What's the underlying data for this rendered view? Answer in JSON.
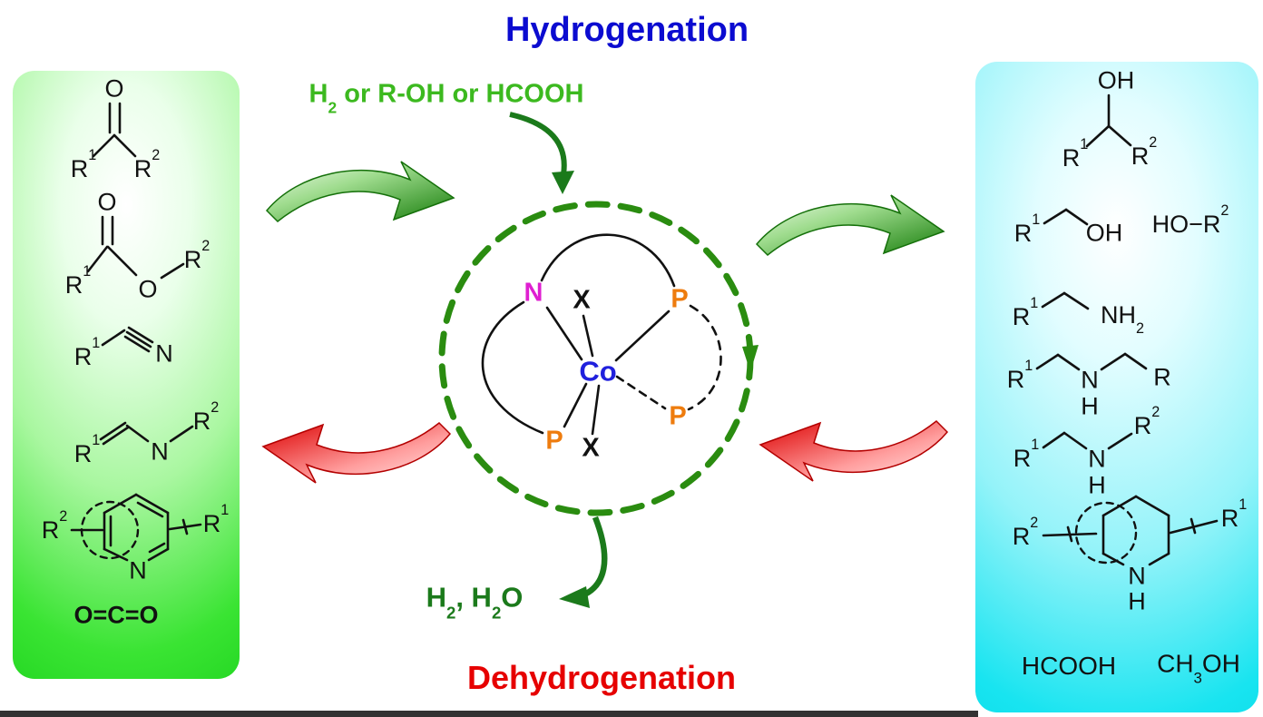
{
  "palette": {
    "title_blue": "#0b0bd0",
    "conditions_green": "#3cb91f",
    "dark_green": "#1b7a1b",
    "dashed_circle_green": "#2a8c10",
    "dehydrogenation_red": "#e60000",
    "panel_green": "#2ce42c",
    "panel_cyan": "#0ce6f2",
    "nitrogen_magenta": "#df1fd1",
    "phosphorus_orange": "#ee7c0e",
    "cobalt_blue": "#2020dd"
  },
  "header": {
    "title": "Hydrogenation"
  },
  "footer": {
    "title": "Dehydrogenation"
  },
  "reaction": {
    "conditions": "H_2 or R-OH or HCOOH",
    "byproducts": "H_2, H_2O"
  },
  "catalyst": {
    "metal": "Co",
    "n_donor": "N",
    "p_donor_top": "P",
    "p_donor_right": "P",
    "p_donor_left": "P",
    "x_ligand_top": "X",
    "x_ligand_bottom": "X"
  },
  "substrates": {
    "ketone": {
      "o": "O",
      "r1": "R^1",
      "r2": "R^2"
    },
    "ester": {
      "o_carbonyl": "O",
      "r1": "R^1",
      "o_ester": "O",
      "r2": "R^2"
    },
    "nitrile": {
      "r1": "R^1",
      "n": "N"
    },
    "imine": {
      "r1": "R^1",
      "n": "N",
      "r2": "R^2"
    },
    "n_heteroarene": {
      "r2": "R^2",
      "r1": "R^1",
      "n": "N"
    },
    "carbon_dioxide": "O=C=O"
  },
  "products": {
    "secondary_alcohol": {
      "oh": "OH",
      "r1": "R^1",
      "r2": "R^2"
    },
    "primary_alcohol": {
      "r1": "R^1",
      "oh": "OH",
      "second": "HO−R^2"
    },
    "primary_amine": {
      "r1": "R^1",
      "nh2": "NH_2"
    },
    "secondary_amine": {
      "r1": "R^1",
      "n": "N",
      "h": "H",
      "r": "R"
    },
    "n_substituted_amine": {
      "r1": "R^1",
      "n": "N",
      "h": "H",
      "r2": "R^2"
    },
    "cyclic_amine": {
      "r2": "R^2",
      "r1": "R^1",
      "n": "N",
      "h": "H"
    },
    "formic_acid": "HCOOH",
    "methanol": "CH_3OH"
  }
}
